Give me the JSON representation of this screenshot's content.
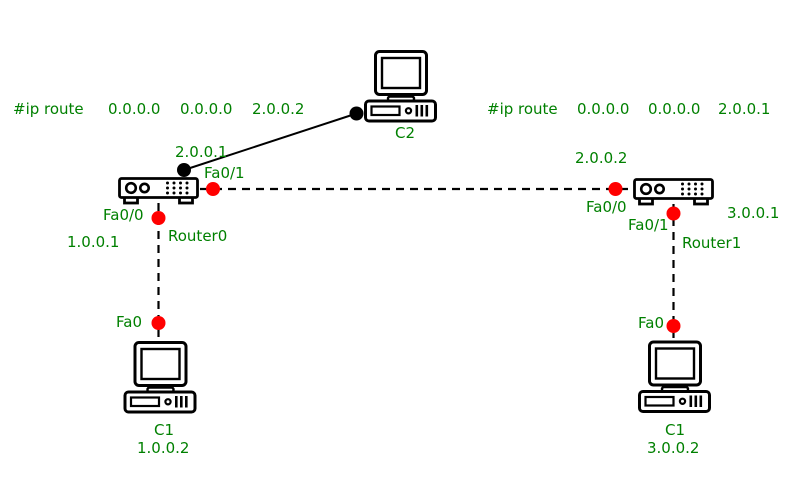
{
  "diagram": {
    "background": "#ffffff",
    "colors": {
      "label": "#008000",
      "port": "#ff0000",
      "link": "#000000"
    },
    "left_config": {
      "command": "#ip route",
      "destination": "0.0.0.0",
      "mask": "0.0.0.0",
      "next_hop": "2.0.0.2"
    },
    "right_config": {
      "command": "#ip route",
      "destination": "0.0.0.0",
      "mask": "0.0.0.0",
      "next_hop": "2.0.0.1"
    },
    "c2": {
      "name": "C2"
    },
    "router0": {
      "name": "Router0",
      "fa01_label": "Fa0/1",
      "fa01_ip": "2.0.0.1",
      "fa00_label": "Fa0/0",
      "fa00_ip": "1.0.0.1"
    },
    "router1": {
      "name": "Router1",
      "fa00_label": "Fa0/0",
      "fa00_ip": "2.0.0.2",
      "fa01_label": "Fa0/1",
      "fa01_ip": "3.0.0.1"
    },
    "c1_left": {
      "name": "C1",
      "port": "Fa0",
      "ip": "1.0.0.2"
    },
    "c1_right": {
      "name": "C1",
      "port": "Fa0",
      "ip": "3.0.0.2"
    }
  }
}
